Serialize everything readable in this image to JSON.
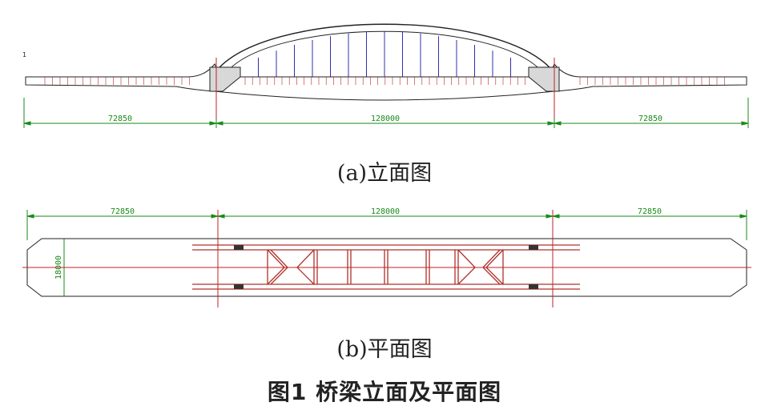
{
  "elevation": {
    "marker": "1",
    "dims": [
      "72850",
      "128000",
      "72850"
    ],
    "caption": "(a)立面图"
  },
  "plan": {
    "dims": [
      "72850",
      "128000",
      "72850"
    ],
    "width_dim": "18000",
    "caption": "(b)平面图"
  },
  "figure_caption": "图1   桥梁立面及平面图",
  "colors": {
    "outline": "#222222",
    "dimension": "#1a8a1a",
    "hanger": "#1a1aa0",
    "segment": "#c0202a",
    "plan_steel": "#b0302a"
  }
}
